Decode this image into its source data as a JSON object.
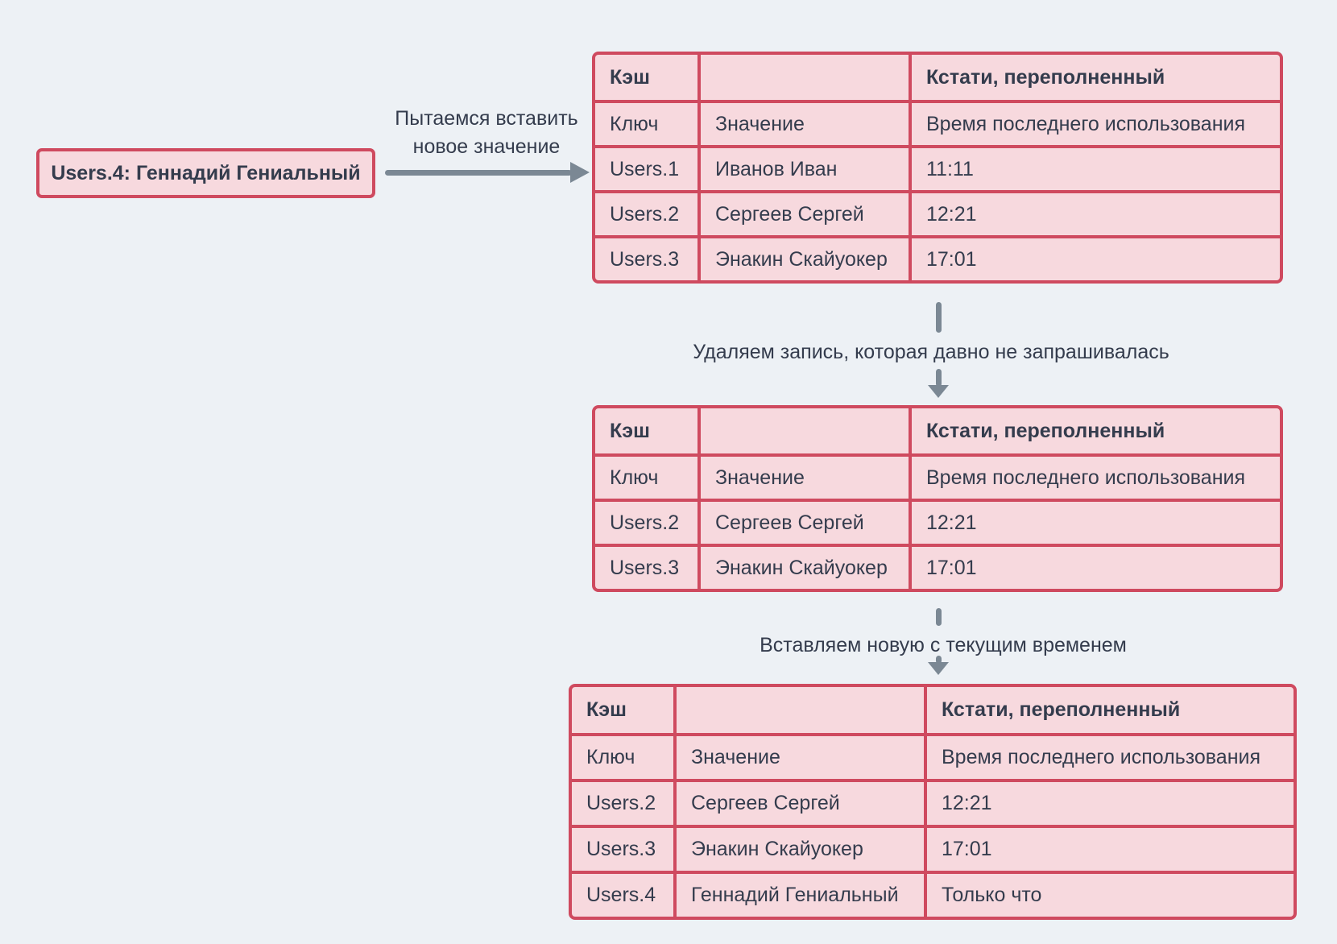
{
  "colors": {
    "background": "#edf1f5",
    "table_fill": "#f7d9de",
    "table_border": "#cf4a5f",
    "text": "#343c4d",
    "arrow": "#7b8894"
  },
  "insert_box": {
    "label": "Users.4: Геннадий Гениальный"
  },
  "arrows": {
    "insert": {
      "label_line1": "Пытаемся вставить",
      "label_line2": "новое значение"
    },
    "evict": {
      "label": "Удаляем запись, которая давно не запрашивалась"
    },
    "add": {
      "label": "Вставляем новую с текущим временем"
    }
  },
  "tables": [
    {
      "title": "Кэш",
      "note": "Кстати, переполненный",
      "columns": [
        "Ключ",
        "Значение",
        "Время последнего использования"
      ],
      "rows": [
        [
          "Users.1",
          "Иванов Иван",
          "11:11"
        ],
        [
          "Users.2",
          "Сергеев Сергей",
          "12:21"
        ],
        [
          "Users.3",
          "Энакин Скайуокер",
          "17:01"
        ]
      ]
    },
    {
      "title": "Кэш",
      "note": "Кстати, переполненный",
      "columns": [
        "Ключ",
        "Значение",
        "Время последнего использования"
      ],
      "rows": [
        [
          "Users.2",
          "Сергеев Сергей",
          "12:21"
        ],
        [
          "Users.3",
          "Энакин Скайуокер",
          "17:01"
        ]
      ]
    },
    {
      "title": "Кэш",
      "note": "Кстати, переполненный",
      "columns": [
        "Ключ",
        "Значение",
        "Время последнего использования"
      ],
      "rows": [
        [
          "Users.2",
          "Сергеев Сергей",
          "12:21"
        ],
        [
          "Users.3",
          "Энакин Скайуокер",
          "17:01"
        ],
        [
          "Users.4",
          "Геннадий Гениальный",
          "Только что"
        ]
      ]
    }
  ]
}
